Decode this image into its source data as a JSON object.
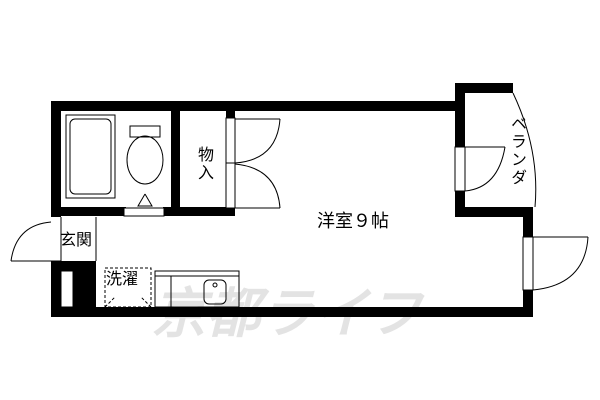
{
  "floor_plan": {
    "type": "studio apartment floor plan",
    "rooms": {
      "main_room": {
        "label": "洋室９帖",
        "type": "Western-style room",
        "size_jo": 9
      },
      "storage": {
        "label": "物入"
      },
      "entrance": {
        "label": "玄関"
      },
      "laundry": {
        "label": "洗濯"
      },
      "balcony": {
        "label": "ベランダ"
      }
    },
    "fixtures": [
      "bathtub",
      "toilet",
      "kitchen-sink-counter",
      "washing-machine-space"
    ],
    "watermark": "京都ライフ"
  },
  "colors": {
    "wall": "#000000",
    "background": "#ffffff",
    "watermark": "#e0e0e0"
  }
}
